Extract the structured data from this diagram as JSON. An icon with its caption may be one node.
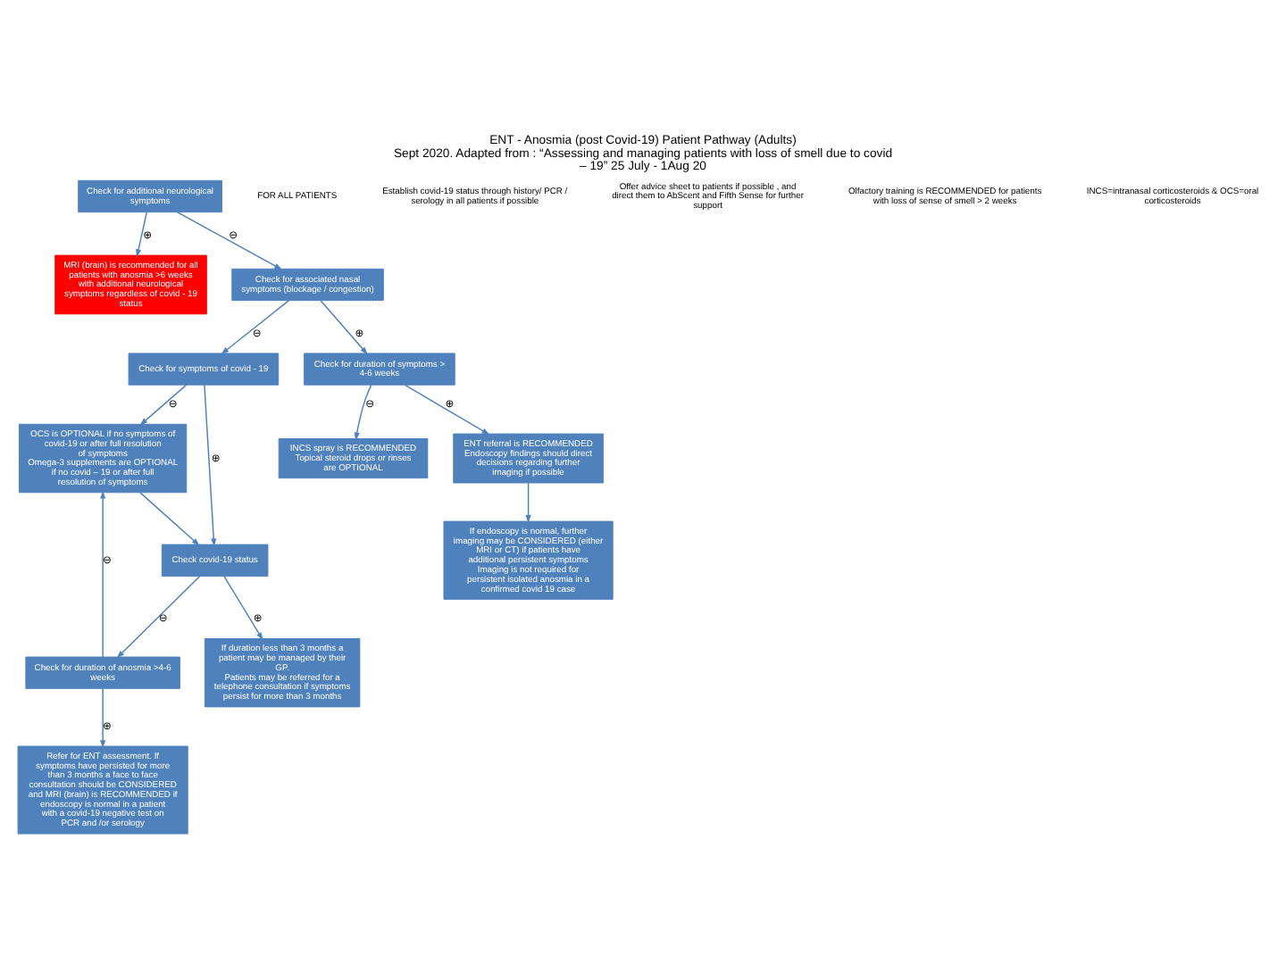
{
  "diagram": {
    "title": "ENT - Anosmia (post Covid-19) Patient Pathway (Adults)",
    "caption": "Sept 2020. Adapted from : “Assessing and managing patients with loss of smell due to covid – 19” 25 July - 1Aug 20",
    "nodes": [
      {
        "text": [
          "Check for additional neurological symptoms"
        ]
      },
      {
        "text": [
          "MRI (brain) is recommended for all patients with anosmia >6 weeks with additional neurological symptoms regardless of covid - 19 status"
        ]
      },
      {
        "text": [
          "Check for associated nasal symptoms (blockage / congestion)"
        ]
      },
      {
        "text": [
          "Check for symptoms of covid - 19"
        ]
      },
      {
        "text": [
          "Check for duration of symptoms > 4-6 weeks"
        ]
      },
      {
        "text": [
          "INCS spray is RECOMMENDED",
          "Topical steroid drops or rinses are OPTIONAL"
        ]
      },
      {
        "text": [
          "ENT referral is RECOMMENDED",
          "Endoscopy findings should direct decisions regarding further imaging if possible"
        ]
      },
      {
        "text": [
          "OCS is OPTIONAL if no symptoms of covid-19 or after full resolution of symptoms",
          "Omega-3 supplements are OPTIONAL if no covid – 19 or after full resolution of symptoms"
        ]
      },
      {
        "text": [
          "Check covid-19 status"
        ]
      },
      {
        "text": [
          "Check for duration of anosmia >4-6 weeks"
        ]
      },
      {
        "text": [
          "Refer for ENT assessment. If symptoms have persisted for more than 3 months a face to face consultation should be CONSIDERED and MRI (brain) is RECOMMENDED if endoscopy is normal in a patient with a covid-19 negative test on PCR and /or serology"
        ]
      },
      {
        "text": [
          "If duration less than 3 months a patient may be managed by their GP.",
          "Patients may be referred for a telephone consultation if symptoms persist for more than 3 months"
        ]
      },
      {
        "text": [
          "If endoscopy is normal, further imaging may be CONSIDERED (either MRI or CT) if patients have additional persistent symptoms",
          "Imaging is not required for persistent isolated anosmia in a confirmed covid 19 case"
        ]
      }
    ],
    "edges": [
      {
        "from": 0,
        "to": 1,
        "arrow": "to",
        "label": "⊕"
      },
      {
        "from": 0,
        "to": 2,
        "arrow": "to",
        "label": "⊖"
      },
      {
        "from": 2,
        "to": 3,
        "arrow": "to",
        "label": "⊖"
      },
      {
        "from": 2,
        "to": 4,
        "arrow": "to",
        "label": "⊕"
      },
      {
        "from": 4,
        "to": 5,
        "arrow": "to",
        "label": "⊖"
      },
      {
        "from": 4,
        "to": 6,
        "arrow": "to",
        "label": "⊕"
      },
      {
        "from": 3,
        "to": 7,
        "arrow": "to",
        "label": "⊖"
      },
      {
        "from": 3,
        "to": 8,
        "arrow": "to",
        "label": "⊕"
      },
      {
        "from": 7,
        "to": 8,
        "arrow": "to"
      },
      {
        "from": 8,
        "to": 9,
        "arrow": "to",
        "label": "⊖"
      },
      {
        "from": 8,
        "to": 11,
        "arrow": "to",
        "label": "⊕"
      },
      {
        "from": 9,
        "to": 7,
        "arrow": "to",
        "label": "⊖"
      },
      {
        "from": 9,
        "to": 10,
        "arrow": "to",
        "label": "⊕"
      },
      {
        "from": 6,
        "to": 12,
        "arrow": "to"
      }
    ],
    "labels": [
      "FOR ALL PATIENTS",
      "Establish covid-19 status through history/ PCR / serology in all patients if possible",
      "Offer advice sheet to patients if possible , and direct them to AbScent and Fifth Sense for further support",
      "Olfactory training is RECOMMENDED for patients with loss of sense of smell > 2 weeks",
      "INCS=intranasal corticosteroids & OCS=oral corticosteroids"
    ]
  }
}
